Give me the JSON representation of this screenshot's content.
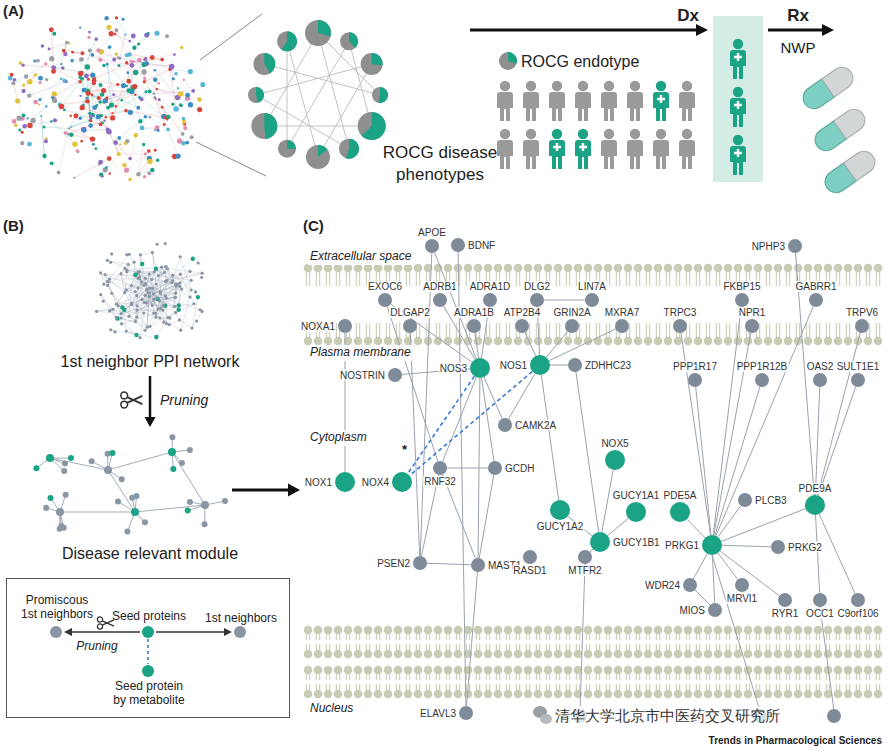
{
  "diagram": {
    "nodes": [
      {
        "text": [
          "Promiscous 1st neighbors",
          "Seed proteins",
          "1st neighbors",
          "Pruning",
          "Seed protein by metabolite"
        ]
      },
      {
        "text": [
          "APOE"
        ]
      },
      {
        "text": [
          "BDNF"
        ]
      },
      {
        "text": [
          "NPHP3"
        ]
      },
      {
        "text": [
          "EXOC6"
        ]
      },
      {
        "text": [
          "ADRB1"
        ]
      },
      {
        "text": [
          "ADRA1D"
        ]
      },
      {
        "text": [
          "DLG2"
        ]
      },
      {
        "text": [
          "LIN7A"
        ]
      },
      {
        "text": [
          "FKBP15"
        ]
      },
      {
        "text": [
          "GABRR1"
        ]
      },
      {
        "text": [
          "NOXA1"
        ]
      },
      {
        "text": [
          "DLGAP2"
        ]
      },
      {
        "text": [
          "ADRA1B"
        ]
      },
      {
        "text": [
          "ATP2B4"
        ]
      },
      {
        "text": [
          "GRIN2A"
        ]
      },
      {
        "text": [
          "MXRA7"
        ]
      },
      {
        "text": [
          "TRPC3"
        ]
      },
      {
        "text": [
          "NPR1"
        ]
      },
      {
        "text": [
          "TRPV6"
        ]
      },
      {
        "text": [
          "NOSTRIN"
        ]
      },
      {
        "text": [
          "NOS3"
        ]
      },
      {
        "text": [
          "NOS1"
        ]
      },
      {
        "text": [
          "ZDHHC23"
        ]
      },
      {
        "text": [
          "PPP1R17"
        ]
      },
      {
        "text": [
          "PPP1R12B"
        ]
      },
      {
        "text": [
          "OAS2"
        ]
      },
      {
        "text": [
          "SULT1E1"
        ]
      },
      {
        "text": [
          "CAMK2A"
        ]
      },
      {
        "text": [
          "RNF32"
        ]
      },
      {
        "text": [
          "NOX5"
        ]
      },
      {
        "text": [
          "NOX1"
        ]
      },
      {
        "text": [
          "NOX4"
        ]
      },
      {
        "text": [
          "GCDH"
        ]
      },
      {
        "text": [
          "PDE5A"
        ]
      },
      {
        "text": [
          "PLCB3"
        ]
      },
      {
        "text": [
          "PDE9A"
        ]
      },
      {
        "text": [
          "GUCY1A2"
        ]
      },
      {
        "text": [
          "GUCY1A1"
        ]
      },
      {
        "text": [
          "GUCY1B1"
        ]
      },
      {
        "text": [
          "PRKG1"
        ]
      },
      {
        "text": [
          "PRKG2"
        ]
      },
      {
        "text": [
          "PSEN2"
        ]
      },
      {
        "text": [
          "MAST1"
        ]
      },
      {
        "text": [
          "RASD1"
        ]
      },
      {
        "text": [
          "MTFR2"
        ]
      },
      {
        "text": [
          "WDR24"
        ]
      },
      {
        "text": [
          "MRVI1"
        ]
      },
      {
        "text": [
          "MIOS"
        ]
      },
      {
        "text": [
          "RYR1"
        ]
      },
      {
        "text": [
          "OCC1"
        ]
      },
      {
        "text": [
          "C9orf106"
        ]
      },
      {
        "text": [
          "ELAVL3"
        ]
      }
    ],
    "edges": [
      {
        "from": 1,
        "to": 21,
        "arrow": "none"
      },
      {
        "from": 1,
        "to": 42,
        "arrow": "none"
      },
      {
        "from": 2,
        "to": 52,
        "arrow": "none"
      },
      {
        "from": 11,
        "to": 31,
        "arrow": "none"
      },
      {
        "from": 4,
        "to": 21,
        "arrow": "none"
      },
      {
        "from": 4,
        "to": 29,
        "arrow": "none"
      },
      {
        "from": 5,
        "to": 21,
        "arrow": "none"
      },
      {
        "from": 6,
        "to": 21,
        "arrow": "none"
      },
      {
        "from": 13,
        "to": 21,
        "arrow": "none"
      },
      {
        "from": 7,
        "to": 8,
        "arrow": "none"
      },
      {
        "from": 7,
        "to": 22,
        "arrow": "none"
      },
      {
        "from": 12,
        "to": 42,
        "arrow": "none"
      },
      {
        "from": 14,
        "to": 22,
        "arrow": "none"
      },
      {
        "from": 15,
        "to": 22,
        "arrow": "none"
      },
      {
        "from": 16,
        "to": 22,
        "arrow": "none"
      },
      {
        "from": 21,
        "to": 20,
        "arrow": "none"
      },
      {
        "from": 21,
        "to": 28,
        "arrow": "none"
      },
      {
        "from": 21,
        "to": 29,
        "arrow": "none"
      },
      {
        "from": 21,
        "to": 33,
        "arrow": "none"
      },
      {
        "from": 21,
        "to": 43,
        "arrow": "none"
      },
      {
        "from": 22,
        "to": 23,
        "arrow": "none"
      },
      {
        "from": 22,
        "to": 28,
        "arrow": "none"
      },
      {
        "from": 22,
        "to": 37,
        "arrow": "none"
      },
      {
        "from": 21,
        "to": 32,
        "arrow": "none"
      },
      {
        "from": 22,
        "to": 32,
        "arrow": "none"
      },
      {
        "from": 29,
        "to": 33,
        "arrow": "none"
      },
      {
        "from": 29,
        "to": 42,
        "arrow": "none"
      },
      {
        "from": 29,
        "to": 43,
        "arrow": "none"
      },
      {
        "from": 42,
        "to": 43,
        "arrow": "none"
      },
      {
        "from": 33,
        "to": 43,
        "arrow": "none"
      },
      {
        "from": 43,
        "to": 52,
        "arrow": "none"
      },
      {
        "from": 23,
        "to": 39,
        "arrow": "none"
      },
      {
        "from": 37,
        "to": 39,
        "arrow": "none"
      },
      {
        "from": 38,
        "to": 39,
        "arrow": "none"
      },
      {
        "from": 39,
        "to": 45,
        "arrow": "none"
      },
      {
        "from": 30,
        "to": 39,
        "arrow": "none"
      },
      {
        "from": 17,
        "to": 40,
        "arrow": "none"
      },
      {
        "from": 9,
        "to": 40,
        "arrow": "none"
      },
      {
        "from": 18,
        "to": 40,
        "arrow": "none"
      },
      {
        "from": 10,
        "to": 40,
        "arrow": "none"
      },
      {
        "from": 19,
        "to": 36,
        "arrow": "none"
      },
      {
        "from": 24,
        "to": 40,
        "arrow": "none"
      },
      {
        "from": 25,
        "to": 40,
        "arrow": "none"
      },
      {
        "from": 26,
        "to": 36,
        "arrow": "none"
      },
      {
        "from": 27,
        "to": 36,
        "arrow": "none"
      },
      {
        "from": 34,
        "to": 40,
        "arrow": "none"
      },
      {
        "from": 35,
        "to": 40,
        "arrow": "none"
      },
      {
        "from": 40,
        "to": 41,
        "arrow": "none"
      },
      {
        "from": 36,
        "to": 40,
        "arrow": "none"
      },
      {
        "from": 40,
        "to": 46,
        "arrow": "none"
      },
      {
        "from": 40,
        "to": 47,
        "arrow": "none"
      },
      {
        "from": 40,
        "to": 49,
        "arrow": "none"
      },
      {
        "from": 40,
        "to": 48,
        "arrow": "none"
      },
      {
        "from": 36,
        "to": 50,
        "arrow": "none"
      },
      {
        "from": 36,
        "to": 51,
        "arrow": "none"
      },
      {
        "from": 46,
        "to": 48,
        "arrow": "none"
      },
      {
        "from": 3,
        "to": 36,
        "arrow": "none"
      }
    ],
    "labels": [
      "(A)",
      "ROCG disease phenotypes",
      "Dx",
      "ROCG endotype",
      "Rx",
      "NWP",
      "(B)",
      "1st neighbor PPI network",
      "Pruning",
      "Disease relevant module",
      "(C)",
      "Extracellular space",
      "Plasma membrane",
      "Cytoplasm",
      "Nucleus",
      "*",
      "清华大学北京市中医药交叉研究所",
      "Trends in Pharmacological Sciences"
    ]
  }
}
